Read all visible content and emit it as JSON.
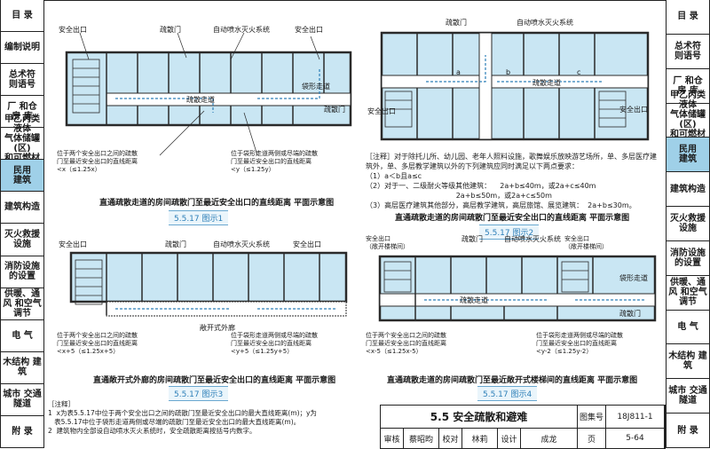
{
  "left_tabs": [
    {
      "label": "目 录",
      "active": false
    },
    {
      "label": "编制说明",
      "active": false
    },
    {
      "label": "总术符\n则语号",
      "active": false
    },
    {
      "label": "厂 和仓\n房 库",
      "active": false
    },
    {
      "label": "甲乙丙类液体\n气体储罐(区)\n和可燃材料堆场",
      "active": false
    },
    {
      "label": "民用\n建筑",
      "active": true
    },
    {
      "label": "建筑构造",
      "active": false
    },
    {
      "label": "灭火救援 设施",
      "active": false
    },
    {
      "label": "消防设施 的设置",
      "active": false
    },
    {
      "label": "供暖、通风 和空气调节",
      "active": false
    },
    {
      "label": "电 气",
      "active": false
    },
    {
      "label": "木结构 建筑",
      "active": false
    },
    {
      "label": "城市 交通隧道",
      "active": false
    },
    {
      "label": "附 录",
      "active": false
    }
  ],
  "right_tabs": [
    {
      "label": "目 录",
      "active": false
    },
    {
      "label": "总术符\n则语号",
      "active": false
    },
    {
      "label": "厂 和仓\n房 库",
      "active": false
    },
    {
      "label": "甲乙丙类液体\n气体储罐(区)\n和可燃材料堆场",
      "active": false
    },
    {
      "label": "民用\n建筑",
      "active": true
    },
    {
      "label": "建筑构造",
      "active": false
    },
    {
      "label": "灭火救援 设施",
      "active": false
    },
    {
      "label": "消防设施 的设置",
      "active": false
    },
    {
      "label": "供暖、通风 和空气调节",
      "active": false
    },
    {
      "label": "电 气",
      "active": false
    },
    {
      "label": "木结构 建筑",
      "active": false
    },
    {
      "label": "城市 交通隧道",
      "active": false
    },
    {
      "label": "附 录",
      "active": false
    }
  ],
  "fig1": {
    "labels": {
      "exit1": "安全出口",
      "exit2": "安全出口",
      "door": "疏散门",
      "sprinkler": "自动喷水灭火系统",
      "deadend": "袋形走道",
      "corridor": "疏散走道",
      "door2": "疏散门"
    },
    "callout_left": "位于两个安全出口之间的疏散\n门至最近安全出口的直线距离\n<x（≤1.25x）",
    "callout_right": "位于袋形走道两侧或尽端的疏散\n门至最近安全出口的直线距离\n<y（≤1.25y）",
    "caption": "直通疏散走道的房间疏散门至最近安全出口的直线距离 平面示意图",
    "num": "5.5.17 图示1"
  },
  "fig2": {
    "labels": {
      "door": "疏散门",
      "sprinkler": "自动喷水灭火系统",
      "exit": "安全出口",
      "corridor": "疏散走道",
      "exit2": "安全出口",
      "a": "a",
      "b": "b",
      "c": "c"
    },
    "notes": [
      "［注释］对于除托儿所、幼儿园、老年人照料设施，歌舞娱乐放映游艺场所，单、多层医疗建",
      "筑外，单、多层教学建筑以外的下列建筑应同时满足以下两点要求：",
      "（1）a＜b且a≤c",
      "（2）对于一、二级耐火等级其他建筑：    2a+b≤40m，或2a+c≤40m",
      "                                        2a+b≤50m，或2a+c≤50m",
      "（3）高层医疗建筑其他部分，高层教学建筑，高层旅馆、展览建筑：  2a+b≤30m。"
    ],
    "caption": "直通疏散走道的房间疏散门至最近安全出口的直线距离 平面示意图",
    "num": "5.5.17 图示2"
  },
  "fig3": {
    "labels": {
      "exit": "安全出口",
      "door": "疏散门",
      "sprinkler": "自动喷水灭火系统",
      "gallery": "敞开式外廊",
      "exit2": "安全出口"
    },
    "callout_left": "位于两个安全出口之间的疏散\n门至最近安全出口的直线距离\n<x+5（≤1.25x+5）",
    "callout_right": "位于袋形走道两侧或尽端的疏散\n门至最近安全出口的直线距离\n<y+5（≤1.25y+5）",
    "caption": "直通敞开式外廊的房间疏散门至最近安全出口的直线距离 平面示意图",
    "num": "5.5.17 图示3"
  },
  "fig4": {
    "labels": {
      "exit_l": "安全出口\n（敞开楼梯间）",
      "door": "疏散门",
      "sprinkler": "自动喷水灭火系统",
      "exit_r": "安全出口\n（敞开楼梯间）",
      "deadend": "袋形走道",
      "corridor": "疏散走道",
      "door2": "疏散门"
    },
    "callout_left": "位于两个安全出口之间的疏散\n门至最近安全出口的直线距离\n<x-5（≤1.25x-5）",
    "callout_right": "位于袋形走道两侧或尽端的疏散\n门至最近安全出口的直线距离\n<y-2（≤1.25y-2）",
    "caption": "直通疏散走道的房间疏散门至最近敞开式楼梯间的直线距离 平面示意图",
    "num": "5.5.17 图示4"
  },
  "bottom_notes": [
    "［注释］",
    "1  x为表5.5.17中位于两个安全出口之间的疏散门至最近安全出口的最大直线距离(m)；y为",
    "   表5.5.17中位于袋形走道两侧或尽端的疏散门至最近安全出口的最大直线距离(m)。",
    "2  建筑物内全部设自动喷水灭火系统时，安全疏散距离按括号内数字。"
  ],
  "titleblock": {
    "title": "5.5  安全疏散和避难",
    "atlas_label": "图集号",
    "atlas_no": "18J811-1",
    "review": "审核",
    "reviewer": "蔡昭昀",
    "check": "校对",
    "checker": "林莉",
    "design": "设计",
    "designer": "成龙",
    "page_label": "页",
    "page_no": "5-64"
  },
  "colors": {
    "wall": "#2a2a2a",
    "room": "#c9e6f3",
    "corridor": "#ffffff",
    "accent": "#2d7fb8",
    "tab_active": "#9fd0e8"
  }
}
